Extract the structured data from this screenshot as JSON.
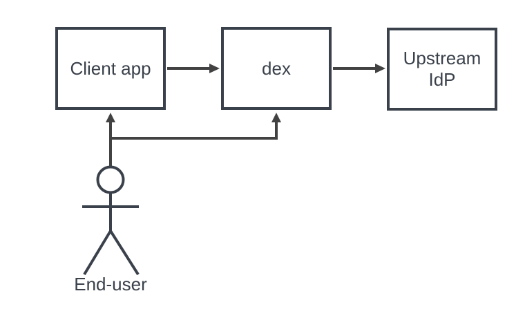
{
  "diagram": {
    "type": "flow",
    "nodes": [
      {
        "id": "client-app",
        "label": "Client app",
        "shape": "rectangle"
      },
      {
        "id": "dex",
        "label": "dex",
        "shape": "rectangle"
      },
      {
        "id": "upstream-idp",
        "label": "Upstream IdP",
        "label_lines": [
          "Upstream",
          "IdP"
        ],
        "shape": "rectangle"
      },
      {
        "id": "end-user",
        "label": "End-user",
        "shape": "actor"
      }
    ],
    "edges": [
      {
        "from": "client-app",
        "to": "dex",
        "arrow": "right"
      },
      {
        "from": "dex",
        "to": "upstream-idp",
        "arrow": "right"
      },
      {
        "from": "end-user",
        "to": "client-app",
        "arrow": "up"
      },
      {
        "from": "end-user",
        "to": "dex",
        "arrow": "up"
      }
    ],
    "colors": {
      "node_border": "#3a414b",
      "node_fill": "#ffffff",
      "edge": "#424242",
      "text": "#3a414b",
      "background": "#ffffff"
    }
  }
}
